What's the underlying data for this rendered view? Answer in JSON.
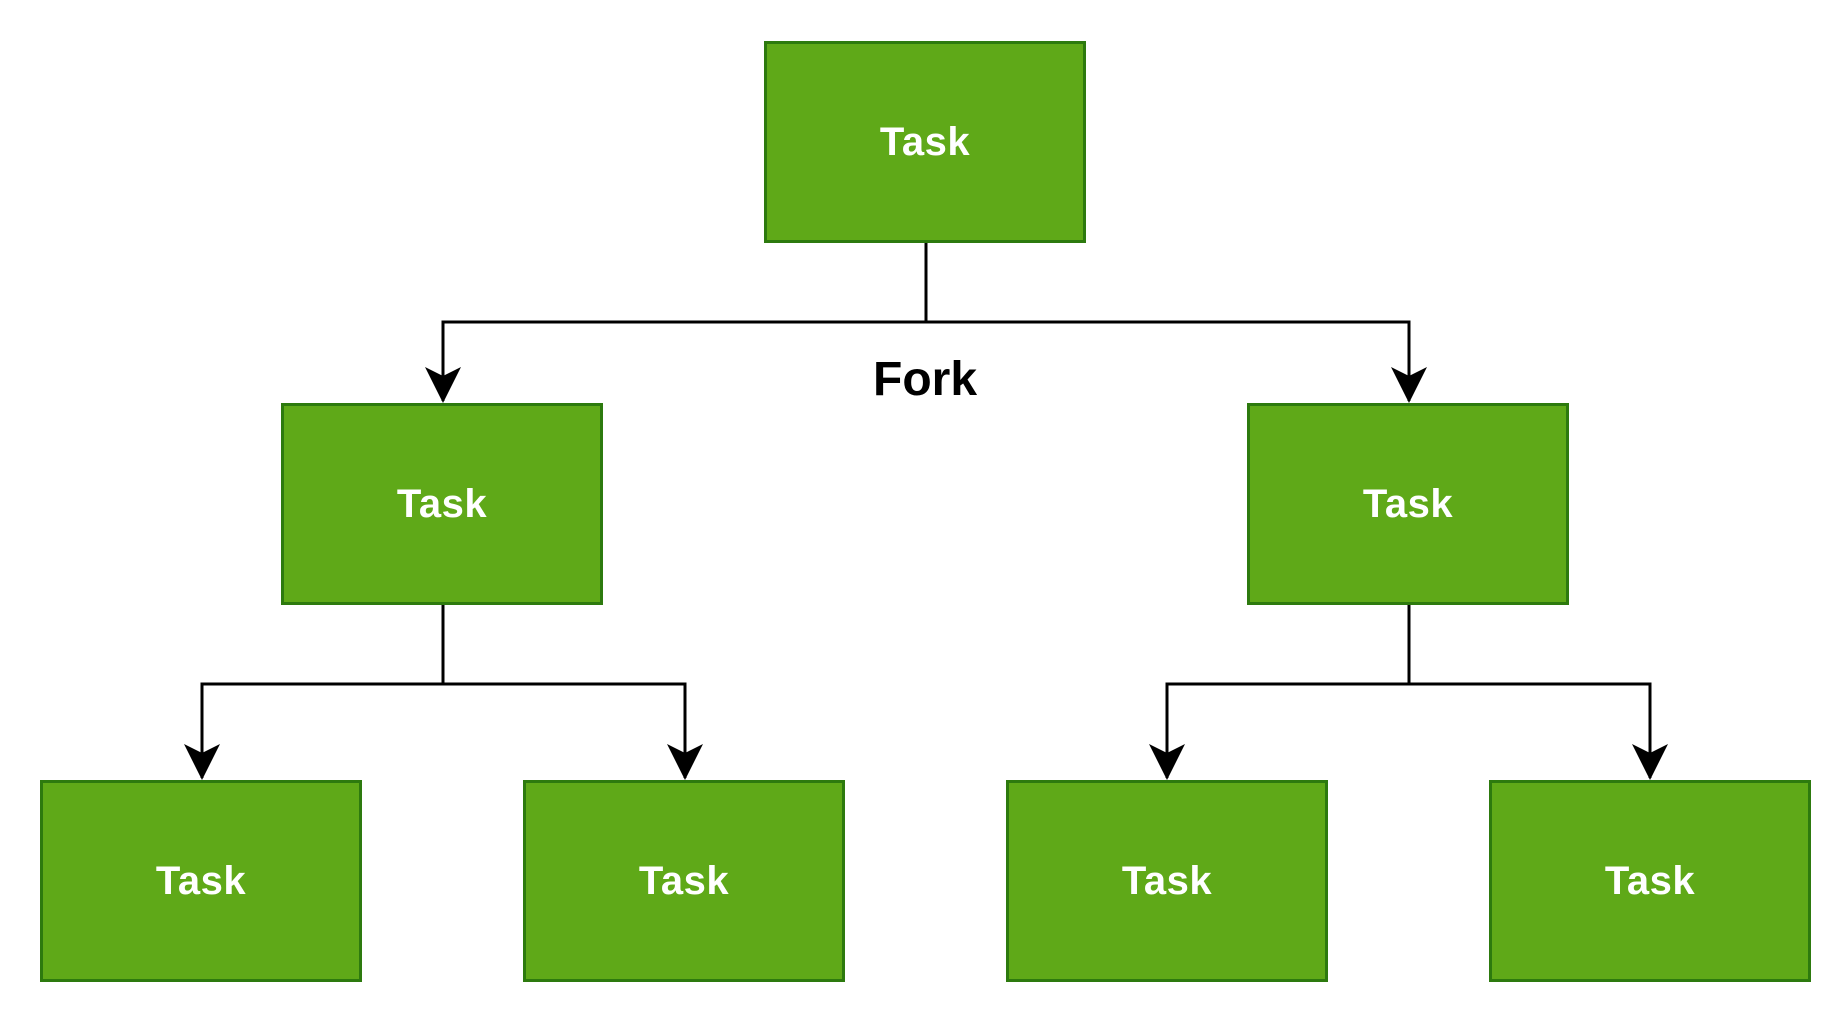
{
  "diagram": {
    "node_color": "#5fa918",
    "node_border_color": "#2d7a0e",
    "text_color": "#ffffff",
    "edge_color": "#000000",
    "edge_label": "Fork",
    "nodes": {
      "root": {
        "label": "Task"
      },
      "left": {
        "label": "Task"
      },
      "right": {
        "label": "Task"
      },
      "left_left": {
        "label": "Task"
      },
      "left_right": {
        "label": "Task"
      },
      "right_left": {
        "label": "Task"
      },
      "right_right": {
        "label": "Task"
      }
    },
    "edges": [
      {
        "from": "root",
        "to": "left",
        "label": "Fork"
      },
      {
        "from": "root",
        "to": "right",
        "label": "Fork"
      },
      {
        "from": "left",
        "to": "left_left"
      },
      {
        "from": "left",
        "to": "left_right"
      },
      {
        "from": "right",
        "to": "right_left"
      },
      {
        "from": "right",
        "to": "right_right"
      }
    ]
  }
}
